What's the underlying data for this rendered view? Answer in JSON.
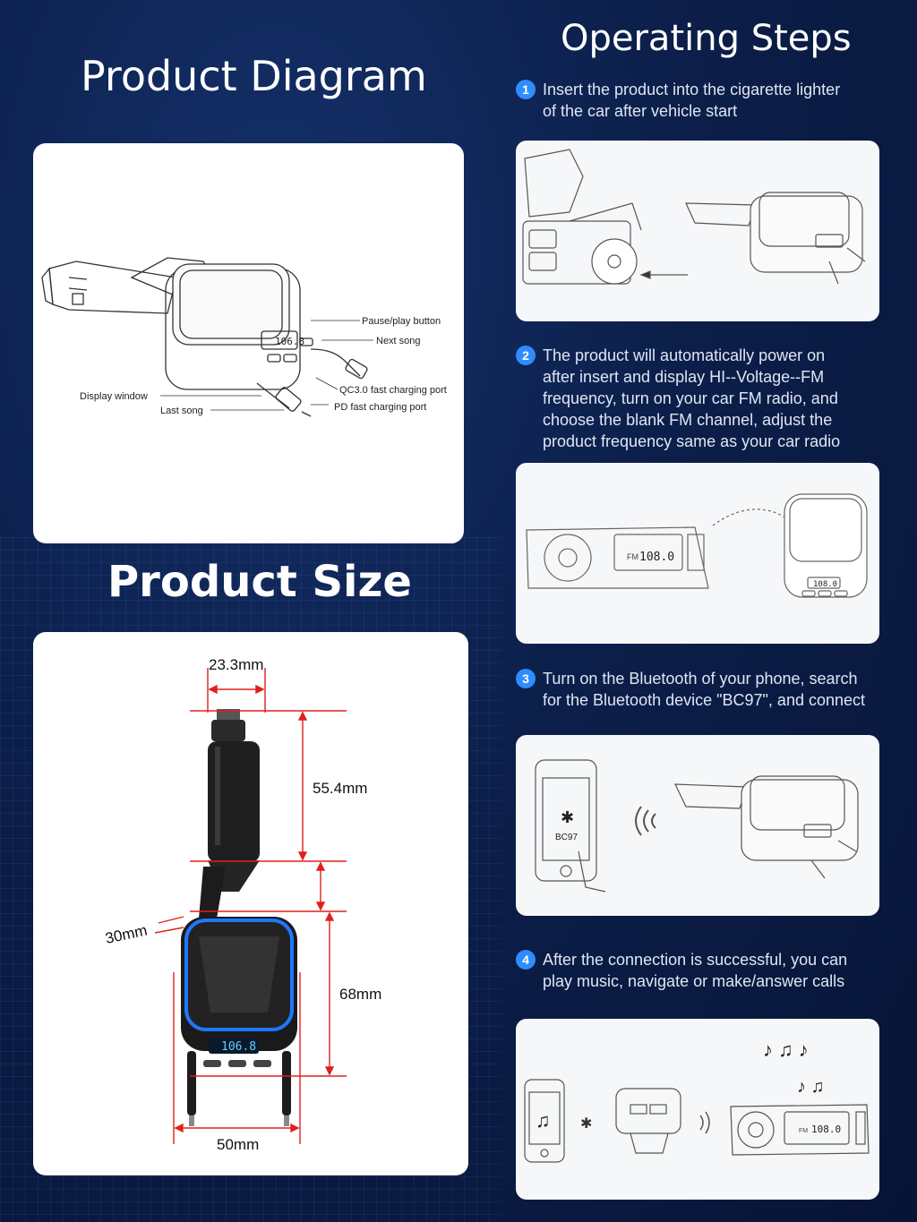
{
  "diagram_section": {
    "title": "Product Diagram",
    "callouts": {
      "pause_play": "Pause/play button",
      "next_song": "Next song",
      "display_window": "Display window",
      "qc_port": "QC3.0 fast charging port",
      "last_song": "Last song",
      "pd_port": "PD fast charging port"
    },
    "display_value": "106.8"
  },
  "size_section": {
    "title": "Product Size",
    "dimensions": {
      "width_top": "23.3mm",
      "height_plug": "55.4mm",
      "depth": "30mm",
      "height_body": "68mm",
      "width_bottom": "50mm"
    },
    "display_value": "106.8"
  },
  "operating_steps": {
    "title": "Operating Steps",
    "steps": [
      {
        "number": "1",
        "text": "Insert the product into the cigarette lighter\nof the car after vehicle start"
      },
      {
        "number": "2",
        "text": "The product will automatically power on\nafter insert and display HI--Voltage--FM\nfrequency, turn on your car FM radio, and\nchoose the blank FM channel, adjust the\nproduct frequency same as your car radio"
      },
      {
        "number": "3",
        "text": "Turn on the Bluetooth of your phone, search\nfor the Bluetooth device \"BC97\", and connect"
      },
      {
        "number": "4",
        "text": "After the connection is successful, you can\nplay music, navigate or make/answer calls"
      }
    ],
    "radio_display": "108.0",
    "radio_fm_label": "FM",
    "device_display": "108.0",
    "bluetooth_device_name": "BC97"
  },
  "colors": {
    "accent": "#2f8cff",
    "background": "#0c1f4a",
    "dimension_line": "#e0201c",
    "lcd_blue": "#5fd0ff"
  }
}
